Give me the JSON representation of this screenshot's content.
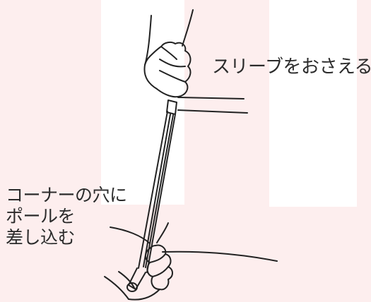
{
  "colors": {
    "background": "#fdeeee",
    "panel": "#ffffff",
    "stroke": "#222222",
    "text": "#2b2b2b"
  },
  "labels": {
    "sleeve": "スリーブをおさえる",
    "corner_lines": [
      "コーナーの穴に",
      "ポールを",
      "差し込む"
    ]
  },
  "illustration": {
    "subject": "hands-inserting-tent-pole-into-corner"
  }
}
